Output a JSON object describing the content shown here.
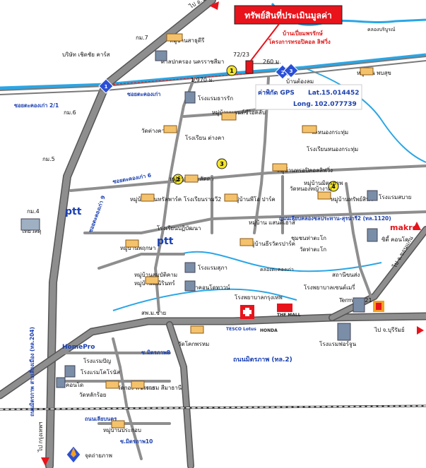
{
  "title_box": {
    "text": "ทรัพย์สินที่ประเมินมูลค่า",
    "bg_color": "#e8131b"
  },
  "subject_property": {
    "lot_label": "72/23",
    "project_name_line1": "บ้านเปี่ยมพรรักษ์",
    "project_name_line2": "โครงการทรอปิคอล ลิฟวิ่ง",
    "distance_to_road": "260 ม.",
    "distance_from_junction": "1,970 ม."
  },
  "gps": {
    "heading": "ค่าพิกัด GPS",
    "lat_label": "Lat.",
    "lat": "15.014452",
    "long_label": "Long.",
    "long": "102.077739"
  },
  "photo_points": [
    "1",
    "2",
    "3",
    "4"
  ],
  "roads": {
    "route_to_khonburi": "ไป อ.ขอนบุรี",
    "mittraphap": "ถนนมิตรภาพ (ทล.2)",
    "mittraphap_sailiang": "ถนนมิตรภาพ สายเลี่ยงเมือง (ทล.204)",
    "to_bangkok": "ไป กรุงเทพฯ",
    "to_buriram": "ไป จ.บุรีรัมย์",
    "to_khonkaen": "ไป จ.ขอนแก่น",
    "railway": "ถนนเลียบนคร",
    "mitraphap10": "ซ.มิตรภาพ10",
    "mitraphap8": "ซ.มิตรภาพ8",
    "chorakae_2_1": "ซอยตะคองเก่า 2/1",
    "soi_chorakae": "ซอยตะคองเก่า",
    "soi_chorakae6": "ซอยตะคองเก่า 6",
    "soi_chorakae9": "ซอยตะคองเก่า 9",
    "canal_road": "ถนนเลียบคลองชลประทาน-สุรนารี2 (ทล.1120)",
    "canal_khlong_chorakae": "คลองตะคองเก่า",
    "canal_boriboon": "คลองบริบูรณ์",
    "km7": "กม.7",
    "km6": "กม.6",
    "km5": "กม.5",
    "km4": "กม.4"
  },
  "places": {
    "jetthavee": "บริษัท เชิดชัย คาร์ส",
    "moo_sathaporn": "หมู่บ้านสาธุดีรี",
    "govt_office": "ศาลปกครอง\nนครราชสีมา",
    "amata_hotel": "โรงแรมธารรัก",
    "sainimit": "หมู่บ้านแลนด์ซีไอคลับ",
    "wat_tangka": "วัดต่างคา",
    "school_tangka": "โรงเรียน\nต่างคา",
    "moo_tropical": "หมู่บ้านทรอปิคอลลิฟวิ่ง",
    "wat_nongkratum": "วัดหนองกระทุ่ม",
    "school_nongkratum": "โรงเรียนหนองกระทุ่ม",
    "moo_phomsuk": "หมู่บ้าน\nพบสุข",
    "ban_tonglum": "บ้านต้องลม",
    "moo_ladda": "หมู่บ้านเดอะลัดดา",
    "moo_chanfuang": "หมู่บ้านเซ็นทรัลพาร์ค",
    "rongrienram": "โรงเรียนรามวี2",
    "moo_park": "หมู่บ้านพีโอ ปาร์ค",
    "wat_nongkhaoyai": "วัดหนองหญ้างาม",
    "moo_khaolak": "หมู่บ้านทรัพย์สิน4",
    "hotel_sabai": "โรงแรมสบาย",
    "makro": "makro",
    "city_condo": "ซิตี้ คอนโด",
    "school_pitsanu": "โรงเรียนปฏิบัฒนา",
    "moo_sanphet": "หมู่บ้าน\nแสนดีเฮาส์",
    "moo_kantasak": "หมู่บ้านธีรวัตรปาร์ค",
    "rong_chumchon": "ชุมชนท่าตะโก",
    "wat_tatako": "วัดท่าตะโก",
    "moo_pruksa": "หมู่บ้านพฤกษา",
    "hotel_sala": "โรงแรมสุภา",
    "kornburi": "สีมาคอนโดทาวน์",
    "khlong_chorakae": "คลองตะคองเก่า",
    "moo_saengmanee": "หมู่บ้านสมบัติคาม",
    "sathanee": "สถานีขนส่ง",
    "rom_hospital": "โรงพยาบาลเซนต์เมรี่",
    "terminal21": "Terminal 21",
    "hospital_krungthep": "โรงพยาบาลกรุงเทพ",
    "the_mall": "THE MALL",
    "tesco": "TESCO Lotus",
    "honda": "HONDA",
    "hotel_forchun": "โรงแรมฟอร์จูน",
    "wat_khokphon": "วัดโคกพรหม",
    "sor_sai": "สพ.ม.ชาย",
    "homepro": "HomePro",
    "ptt": "ptt",
    "thai_watsadu": "ไทยวัสดุ",
    "hotel_mongkol": "โรงแรมโคโรนัส",
    "ri_condo": "วี คอนโด",
    "hotel_bi": "โรงแรมปัญ",
    "wat_rongrian": "วัดหลักร้อย",
    "wat_khang": "วัดกอง\nพรกราย",
    "hotel_sima": "โรงแรม\nสีมาธานี",
    "moo_pradap": "หมู่บ้านประกอบ",
    "moo_kasetsin": "หมู่บ้านมณีรินทร์",
    "moo_sathorn": "หมู่บ้านมิตรภาพ"
  },
  "legend": {
    "camera_label": "จุดถ่ายภาพ"
  },
  "colors": {
    "road_fill": "#8e8e8e",
    "road_outline": "#555555",
    "water": "#2aa6e6",
    "accent_red": "#e8131b",
    "label_blue": "#1a3fb0"
  }
}
